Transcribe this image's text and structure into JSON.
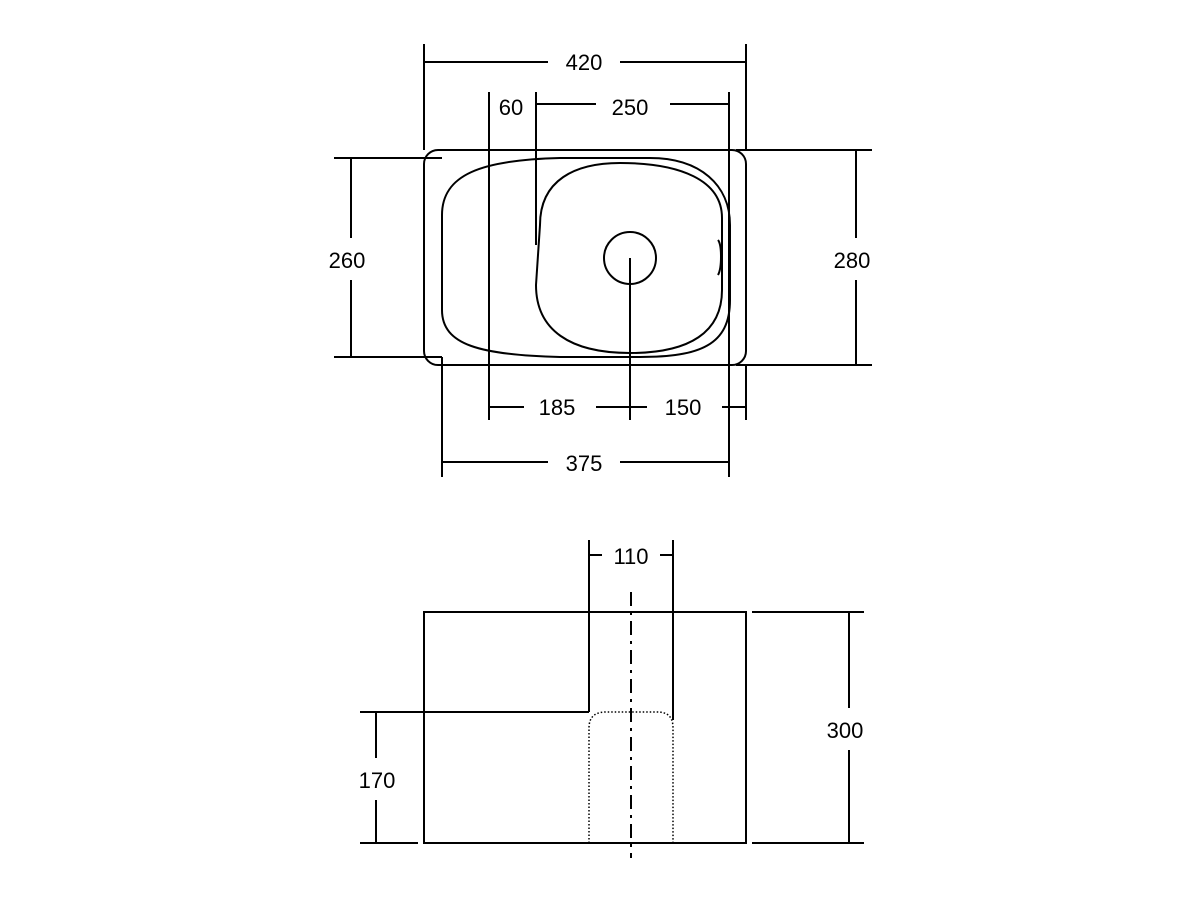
{
  "top_view": {
    "overall_width": "420",
    "offset_left": "60",
    "bowl_width": "250",
    "overall_depth_left": "260",
    "overall_depth_right": "280",
    "waste_from_left": "185",
    "waste_from_right": "150",
    "inner_width": "375"
  },
  "front_view": {
    "waste_width": "110",
    "overall_height": "300",
    "waste_height": "170"
  }
}
